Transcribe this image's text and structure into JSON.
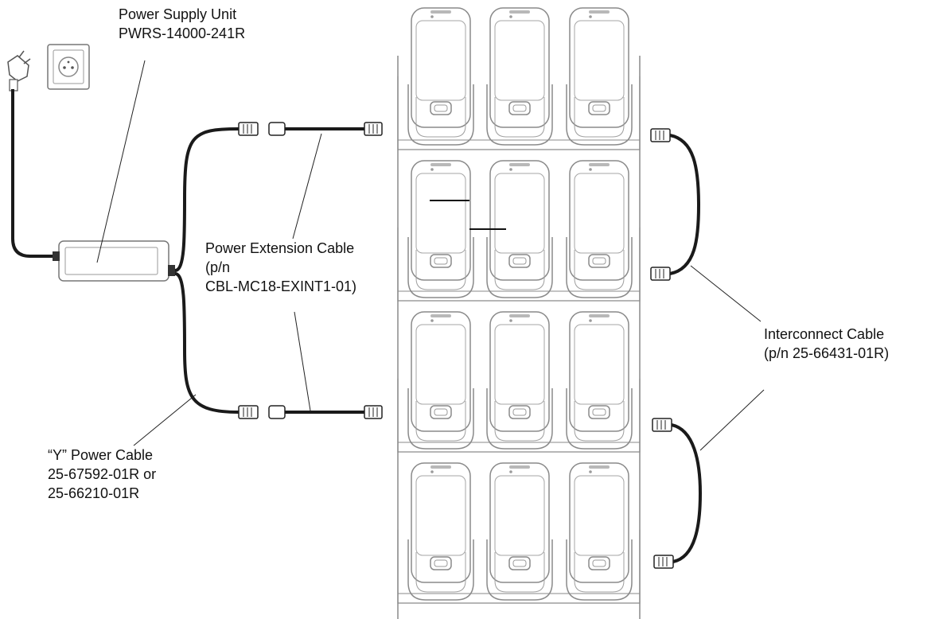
{
  "labels": {
    "power_supply": {
      "line1": "Power Supply Unit",
      "line2": "PWRS-14000-241R"
    },
    "power_extension": {
      "line1": "Power Extension Cable",
      "line2": "(p/n",
      "line3": "CBL-MC18-EXINT1-01)"
    },
    "interconnect": {
      "line1": "Interconnect Cable",
      "line2": "(p/n 25-66431-01R)"
    },
    "y_cable": {
      "line1": "“Y” Power Cable",
      "line2": "25-67592-01R or",
      "line3": "25-66210-01R"
    }
  },
  "cradle": {
    "rows": 4,
    "slots_per_row": 3
  },
  "colors": {
    "cable": "#1a1a1a",
    "outline": "#777777",
    "cradle_outline": "#8a8a8a",
    "text": "#111111"
  },
  "icons": [
    "wall-outlet-icon",
    "power-plug-icon",
    "cable-connector-icon",
    "mobile-device-icon"
  ]
}
